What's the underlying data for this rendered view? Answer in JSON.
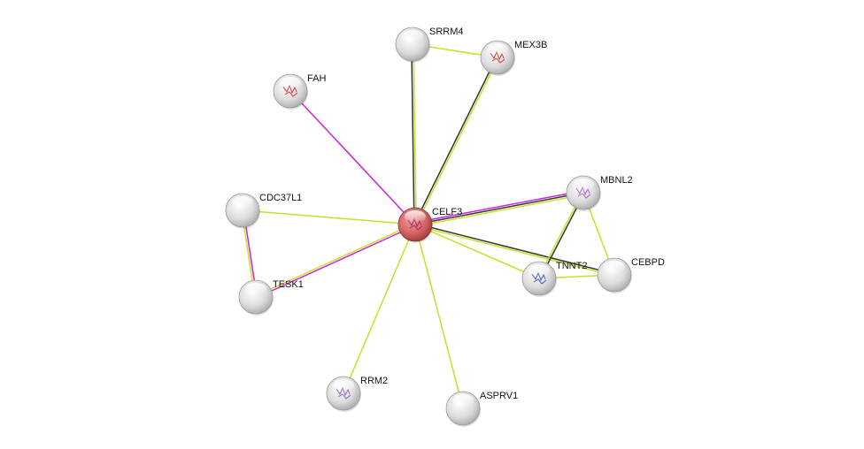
{
  "network": {
    "colors": {
      "textmining": "#c6e02a",
      "coexpression": "#333333",
      "experiments": "#d11fd8",
      "node": "#d8d8d8",
      "query_node": "#d9534f"
    },
    "query": "CELF3",
    "nodes": [
      {
        "id": "CELF3",
        "label": "CELF3",
        "query": true,
        "structure": "#b02060"
      },
      {
        "id": "SRRM4",
        "label": "SRRM4"
      },
      {
        "id": "MEX3B",
        "label": "MEX3B",
        "structure": "#d03838"
      },
      {
        "id": "FAH",
        "label": "FAH",
        "structure": "#d03838"
      },
      {
        "id": "CDC37L1",
        "label": "CDC37L1"
      },
      {
        "id": "TESK1",
        "label": "TESK1"
      },
      {
        "id": "RRM2",
        "label": "RRM2",
        "structure": "#9060c0"
      },
      {
        "id": "ASPRV1",
        "label": "ASPRV1"
      },
      {
        "id": "MBNL2",
        "label": "MBNL2",
        "structure": "#b060d0"
      },
      {
        "id": "TNNT2",
        "label": "TNNT2",
        "structure": "#4050d0"
      },
      {
        "id": "CEBPD",
        "label": "CEBPD"
      }
    ],
    "edges": [
      {
        "a": "CELF3",
        "b": "SRRM4",
        "types": [
          "coexpression",
          "textmining"
        ]
      },
      {
        "a": "CELF3",
        "b": "MEX3B",
        "types": [
          "coexpression",
          "textmining"
        ]
      },
      {
        "a": "CELF3",
        "b": "FAH",
        "types": [
          "experiments"
        ]
      },
      {
        "a": "CELF3",
        "b": "MBNL2",
        "types": [
          "experiments",
          "coexpression",
          "textmining"
        ]
      },
      {
        "a": "CELF3",
        "b": "TNNT2",
        "types": [
          "textmining"
        ]
      },
      {
        "a": "CELF3",
        "b": "CEBPD",
        "types": [
          "coexpression",
          "textmining"
        ]
      },
      {
        "a": "CELF3",
        "b": "CDC37L1",
        "types": [
          "textmining"
        ]
      },
      {
        "a": "CELF3",
        "b": "TESK1",
        "types": [
          "experiments",
          "textmining"
        ]
      },
      {
        "a": "CELF3",
        "b": "RRM2",
        "types": [
          "textmining"
        ]
      },
      {
        "a": "CELF3",
        "b": "ASPRV1",
        "types": [
          "textmining"
        ]
      },
      {
        "a": "SRRM4",
        "b": "MEX3B",
        "types": [
          "textmining"
        ]
      },
      {
        "a": "MBNL2",
        "b": "TNNT2",
        "types": [
          "coexpression",
          "textmining"
        ]
      },
      {
        "a": "MBNL2",
        "b": "CEBPD",
        "types": [
          "textmining"
        ]
      },
      {
        "a": "TNNT2",
        "b": "CEBPD",
        "types": [
          "textmining"
        ]
      },
      {
        "a": "CDC37L1",
        "b": "TESK1",
        "types": [
          "experiments",
          "textmining"
        ]
      }
    ]
  }
}
